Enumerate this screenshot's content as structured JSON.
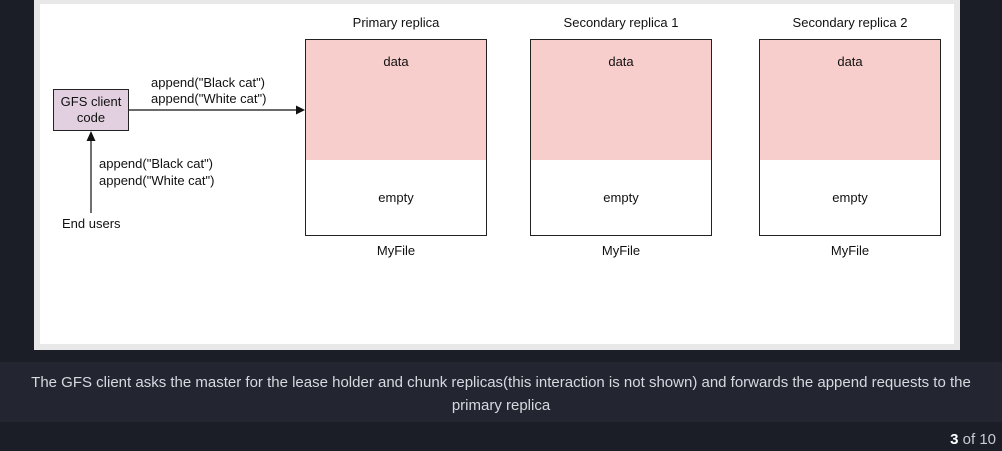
{
  "diagram": {
    "client_box": [
      "GFS client",
      "code"
    ],
    "end_users": "End users",
    "append_to_primary": [
      "append(\"Black cat\")",
      "append(\"White cat\")"
    ],
    "append_from_users": [
      "append(\"Black cat\")",
      "append(\"White cat\")"
    ],
    "replicas": [
      {
        "title": "Primary replica",
        "data": "data",
        "empty": "empty",
        "file": "MyFile"
      },
      {
        "title": "Secondary replica  1",
        "data": "data",
        "empty": "empty",
        "file": "MyFile"
      },
      {
        "title": "Secondary replica  2",
        "data": "data",
        "empty": "empty",
        "file": "MyFile"
      }
    ],
    "colors": {
      "data_fill": "#f8cecc",
      "client_fill": "#e2d0e0"
    }
  },
  "caption": "The GFS client asks the master for the lease holder and chunk replicas(this interaction is not shown) and forwards the append requests to the primary replica",
  "pager": {
    "current": "3",
    "separator": "of",
    "total": "10"
  }
}
